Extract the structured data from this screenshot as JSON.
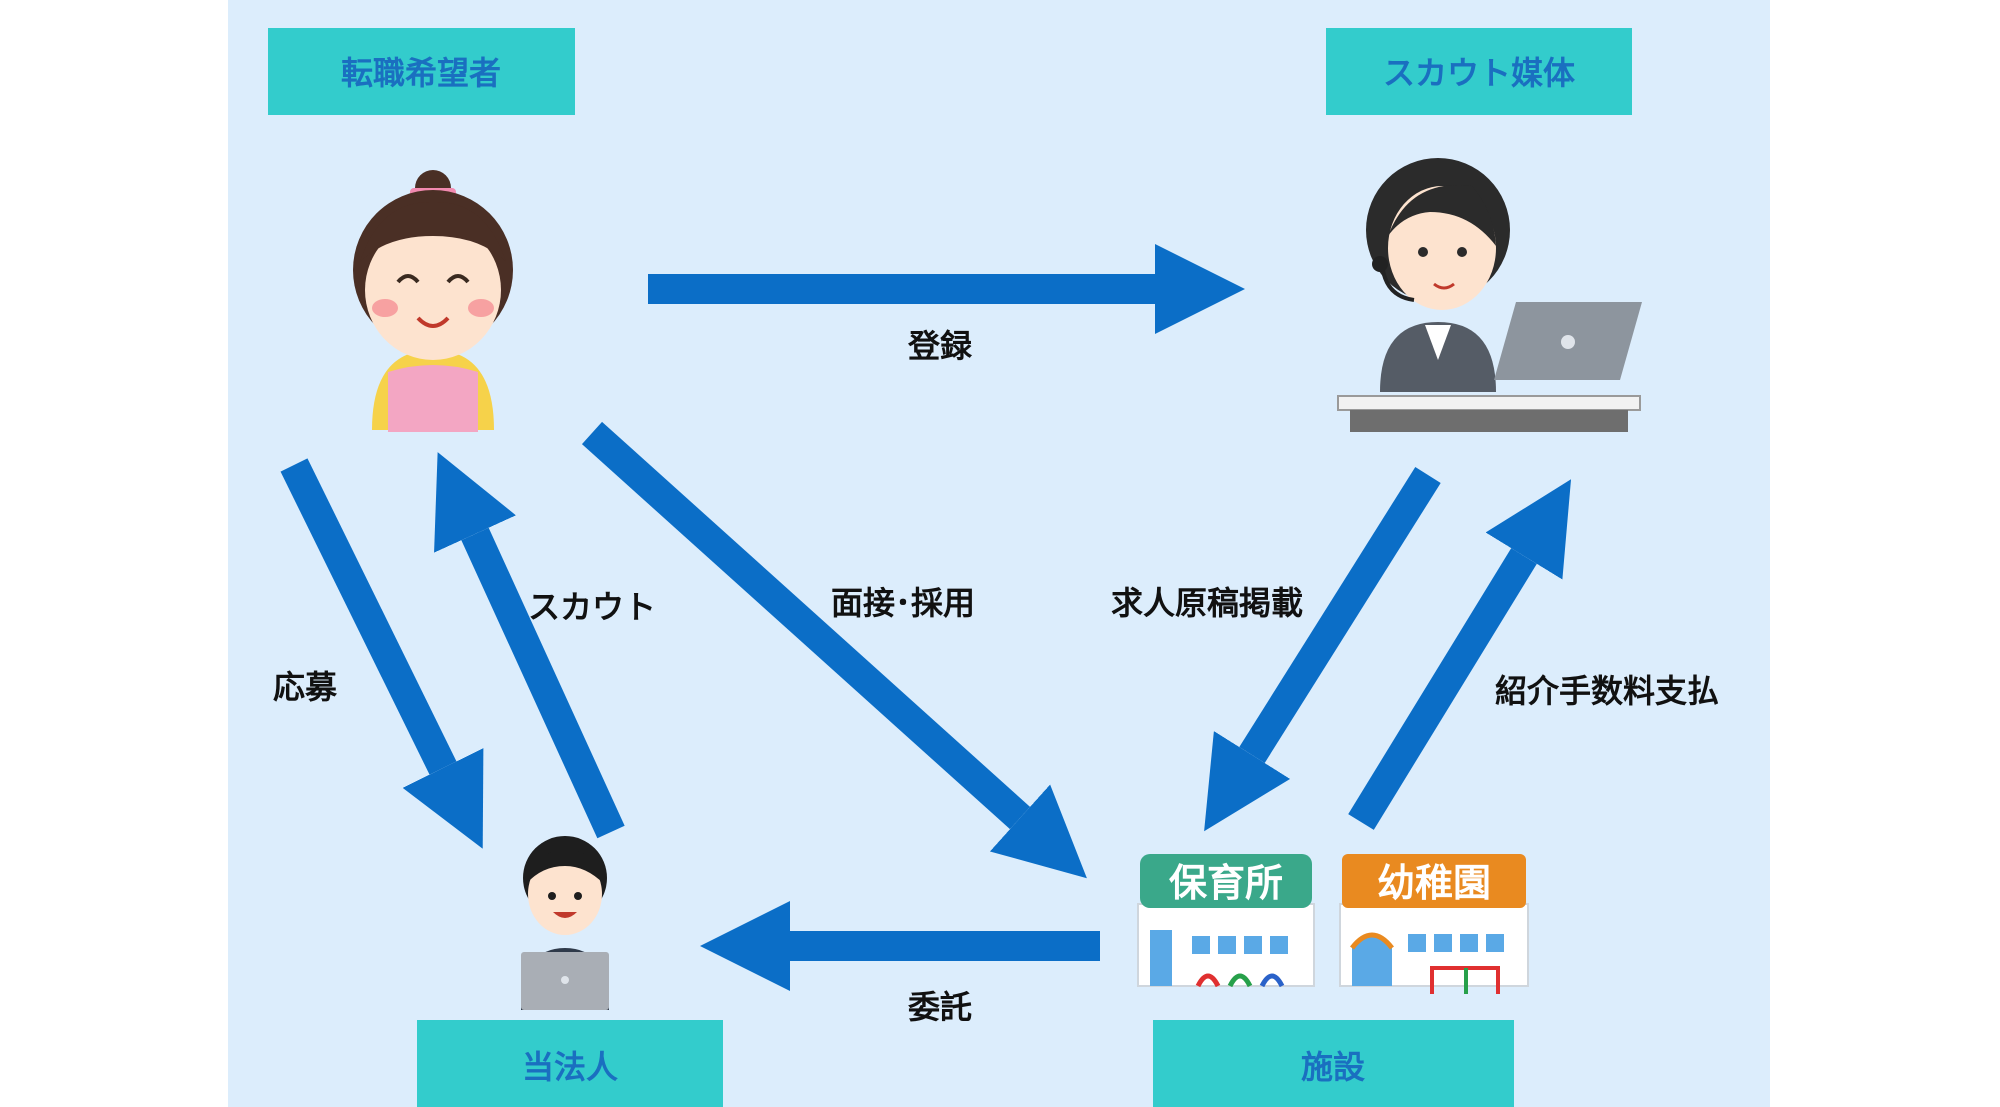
{
  "colors": {
    "panel_bg": "#dcedfc",
    "header_box": "#33cccc",
    "header_text": "#1a6fc0",
    "arrow": "#0b6ec7",
    "label_text": "#111111"
  },
  "nodes": {
    "job_seeker": {
      "label": "転職希望者",
      "icon": "smiling-woman-apron-icon"
    },
    "scout_media": {
      "label": "スカウト媒体",
      "icon": "headset-operator-laptop-icon"
    },
    "our_corp": {
      "label": "当法人",
      "icon": "man-laptop-icon"
    },
    "facility": {
      "label": "施設",
      "icon": "nursery-kindergarten-buildings-icon",
      "buildings": [
        {
          "sign": "保育所",
          "color": "#3aa88a"
        },
        {
          "sign": "幼稚園",
          "color": "#e98a20"
        }
      ]
    }
  },
  "edges": {
    "register": "登録",
    "apply": "応募",
    "scout": "スカウト",
    "interview_hire": "面接･採用",
    "post_listing": "求人原稿掲載",
    "referral_fee": "紹介手数料支払",
    "entrust": "委託"
  }
}
